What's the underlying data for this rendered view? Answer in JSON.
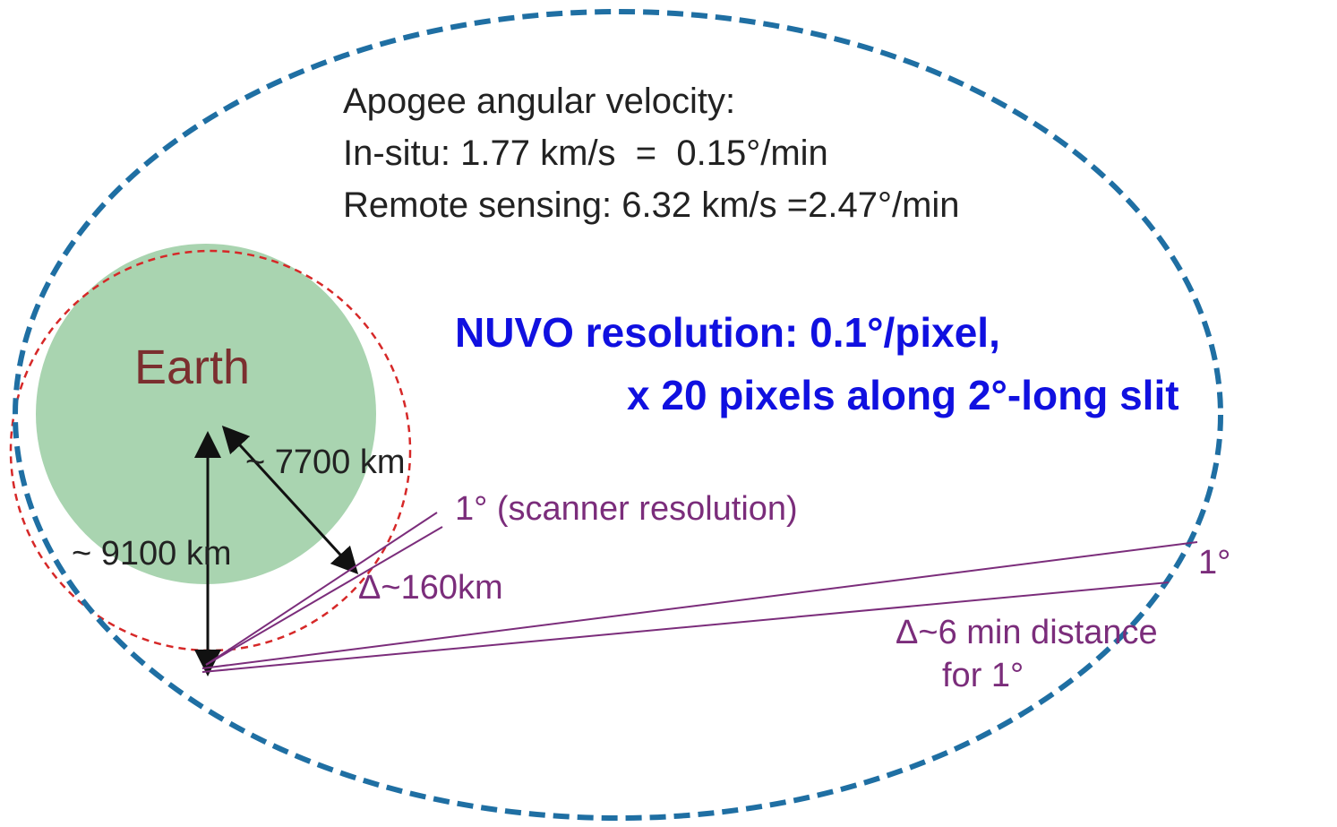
{
  "colors": {
    "orbit": "#1f6fa3",
    "earth_fill": "#a9d4b0",
    "earth_label": "#7b2f2f",
    "near_orbit": "#d62828",
    "arrow": "#111111",
    "text": "#222222",
    "purple": "#7b2d7b",
    "blue_text": "#1010e0"
  },
  "apogee": {
    "heading": "Apogee angular velocity:",
    "in_situ": "In-situ: 1.77 km/s  =  0.15°/min",
    "remote": "Remote sensing: 6.32 km/s =2.47°/min"
  },
  "nuvo": {
    "line1": "NUVO resolution: 0.1°/pixel,",
    "line2": "x 20 pixels along 2°-long slit"
  },
  "earth_label": "Earth",
  "distances": {
    "d7700": "~ 7700 km",
    "d9100": "~ 9100 km"
  },
  "scanner": {
    "label": "1° (scanner resolution)",
    "delta": "Δ~160km"
  },
  "far": {
    "angle": "1°",
    "delta_line1": "Δ~6 min distance",
    "delta_line2": "for 1°"
  }
}
